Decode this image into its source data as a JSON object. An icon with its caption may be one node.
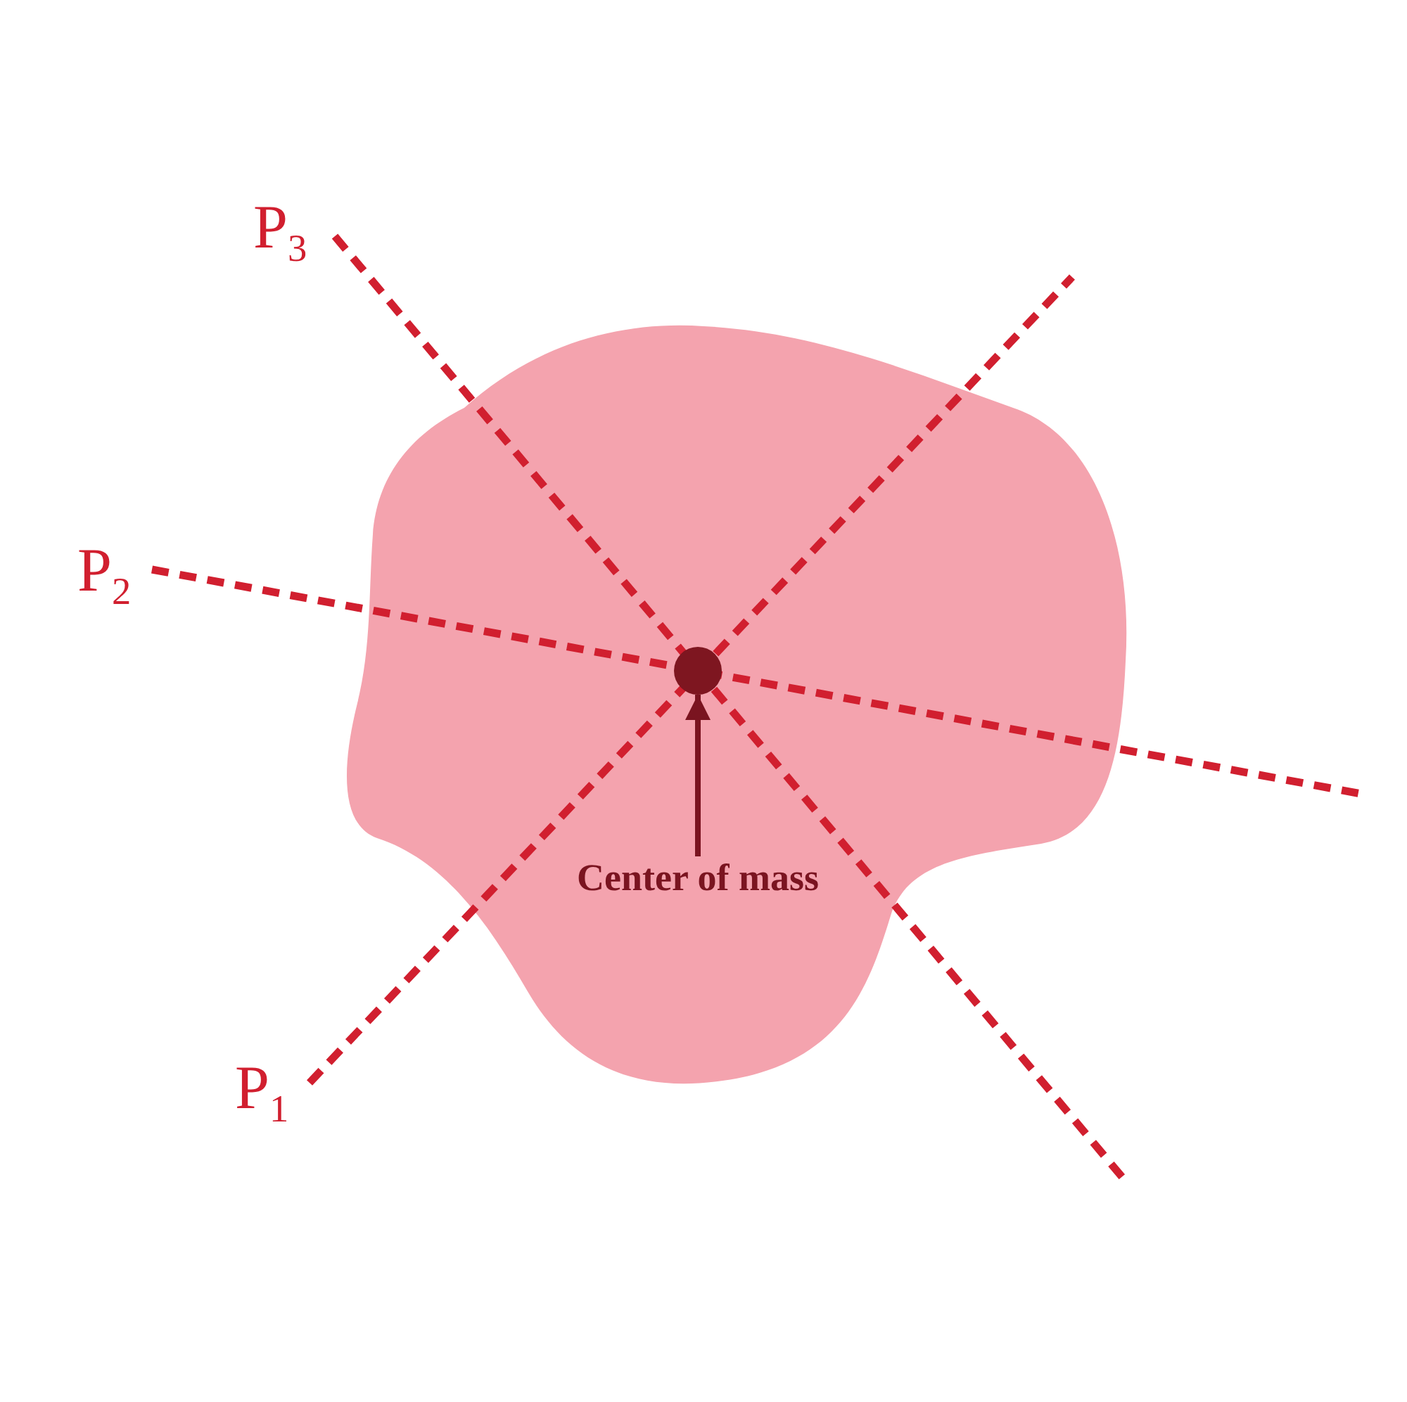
{
  "diagram": {
    "nodes": [
      {
        "text": [
          "Center of mass"
        ]
      },
      {
        "text": [],
        "shape": "circle"
      }
    ],
    "edges": [
      {
        "from": 0,
        "to": 1,
        "arrow": "to"
      }
    ],
    "labels": [
      "P$_{3}$",
      "P$_{2}$",
      "P$_{1}$"
    ]
  }
}
